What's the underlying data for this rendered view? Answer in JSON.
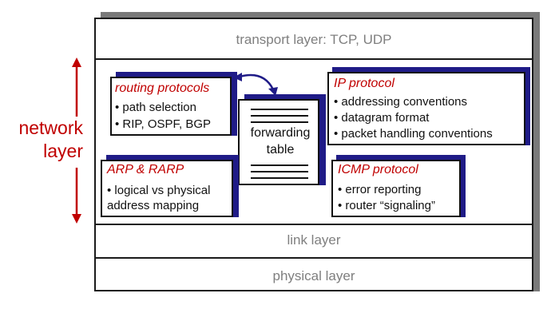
{
  "layers": {
    "transport": "transport layer: TCP, UDP",
    "link": "link layer",
    "physical": "physical layer"
  },
  "network_label": [
    "network",
    "layer"
  ],
  "routing": {
    "title": "routing protocols",
    "items": [
      "• path selection",
      "• RIP, OSPF, BGP"
    ]
  },
  "forwarding": {
    "lines": [
      "forwarding",
      "table"
    ]
  },
  "ip": {
    "title": "IP protocol",
    "items": [
      "• addressing conventions",
      "• datagram format",
      "• packet handling conventions"
    ]
  },
  "arp": {
    "title": "ARP & RARP",
    "items": [
      "• logical vs physical",
      "address mapping"
    ]
  },
  "icmp": {
    "title": "ICMP protocol",
    "items": [
      "• error reporting",
      "• router “signaling”"
    ]
  },
  "colors": {
    "accent_red": "#c00000",
    "shadow_navy": "#1f1b87",
    "muted_gray": "#7f7f7f"
  }
}
